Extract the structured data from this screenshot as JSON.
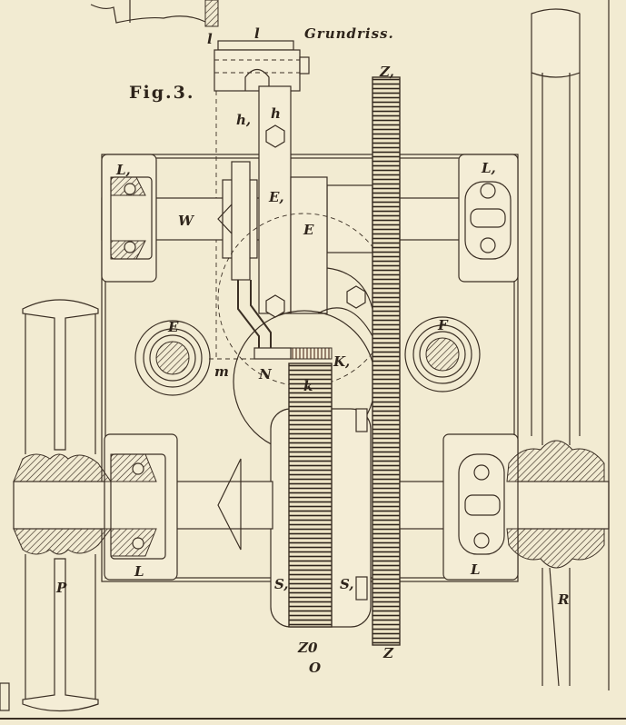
{
  "figure": {
    "title": "Fig.3.",
    "subtitle": "Grundriss."
  },
  "labels": {
    "l_left": "l",
    "l_top": "l",
    "z1": "Z,",
    "h1": "h,",
    "h": "h",
    "l1_left": "L,",
    "l1_right": "L,",
    "e1": "E,",
    "e_center": "E",
    "w": "W",
    "e_left": "E",
    "f": "F",
    "m": "m",
    "n": "N",
    "k1": "K,",
    "k": "k",
    "l_bottom_left": "L",
    "l_bottom_right": "L",
    "p": "P",
    "r": "R",
    "s1_left": "S,",
    "s1_right": "S,",
    "z0": "Z0",
    "o": "O",
    "z": "Z"
  }
}
